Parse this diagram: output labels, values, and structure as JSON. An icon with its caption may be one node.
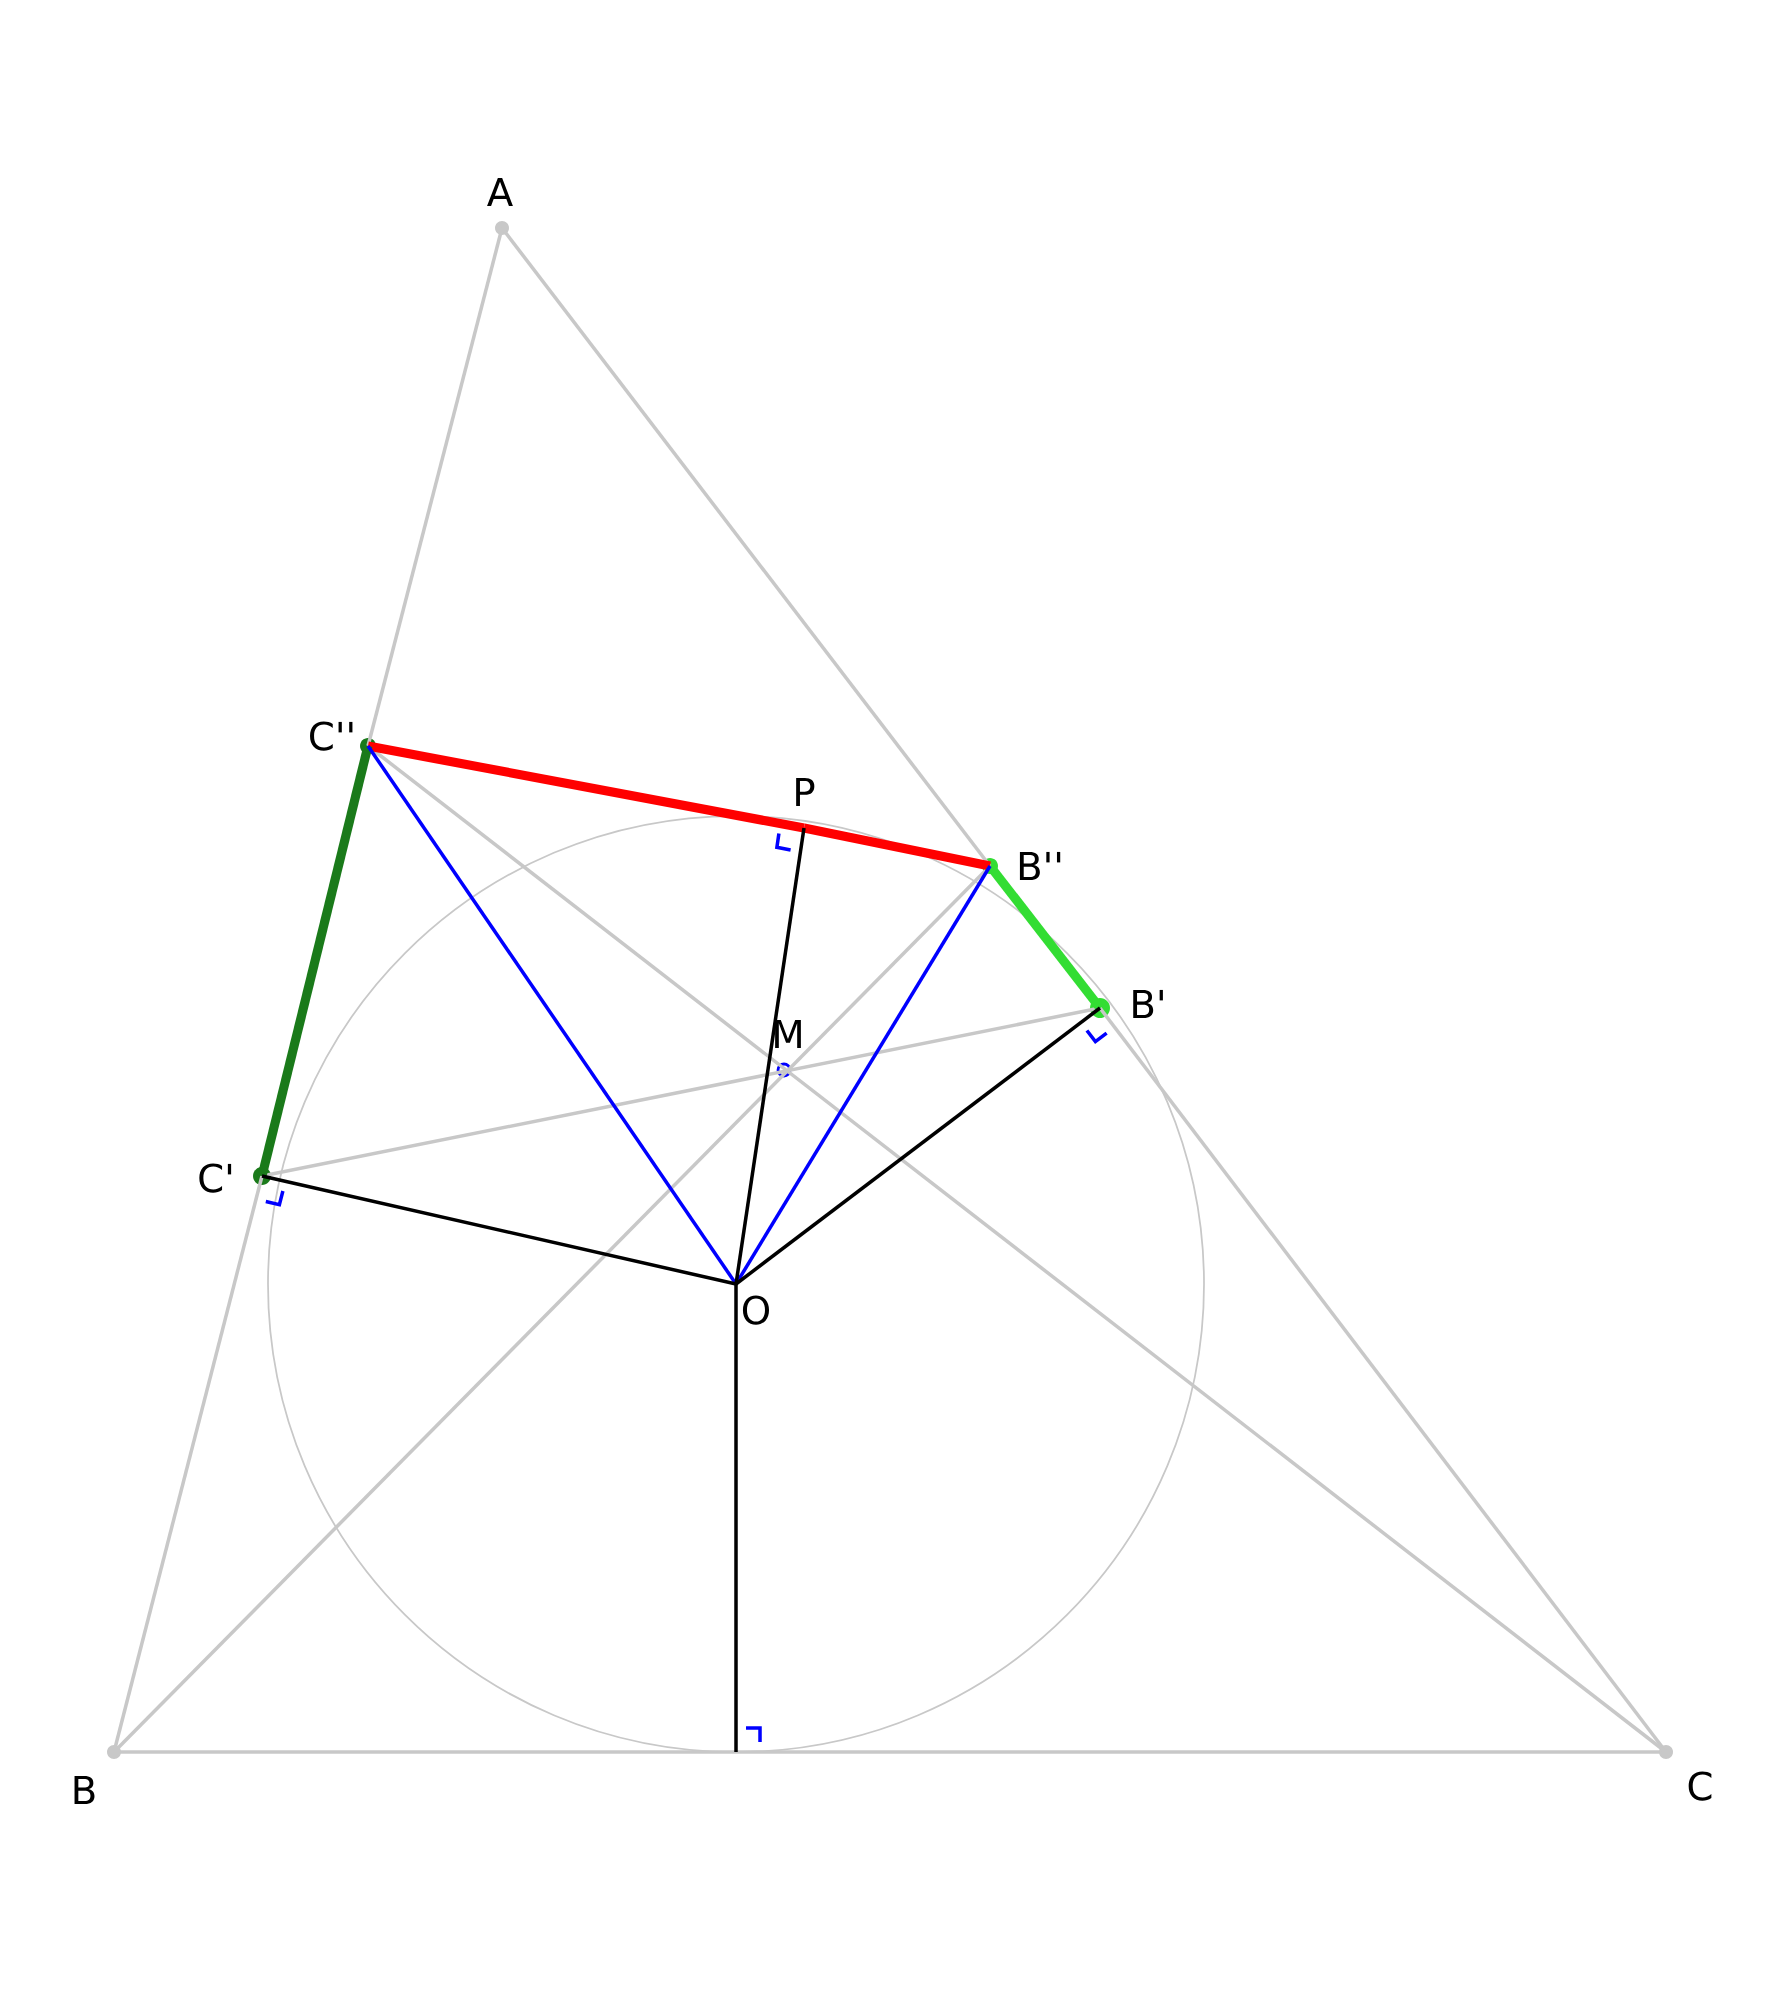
{
  "diagram": {
    "nodes": [
      {
        "text": [
          "A"
        ]
      },
      {
        "text": [
          "B"
        ]
      },
      {
        "text": [
          "C"
        ]
      },
      {
        "text": [
          "C''"
        ]
      },
      {
        "text": [
          "B''"
        ]
      },
      {
        "text": [
          "B'"
        ]
      },
      {
        "text": [
          "C'"
        ]
      },
      {
        "text": [
          "P"
        ]
      },
      {
        "text": [
          "M"
        ]
      },
      {
        "text": [
          "O"
        ]
      },
      {
        "text": [],
        "shape": "square"
      }
    ],
    "edges": [
      {
        "from": 0,
        "to": 3,
        "arrow": "none"
      },
      {
        "from": 6,
        "to": 1,
        "arrow": "none"
      },
      {
        "from": 1,
        "to": 2,
        "arrow": "none"
      },
      {
        "from": 0,
        "to": 4,
        "arrow": "none"
      },
      {
        "from": 5,
        "to": 2,
        "arrow": "none"
      },
      {
        "from": 3,
        "to": 2,
        "arrow": "none"
      },
      {
        "from": 1,
        "to": 4,
        "arrow": "none"
      },
      {
        "from": 6,
        "to": 5,
        "arrow": "none"
      },
      {
        "from": 3,
        "to": 7,
        "arrow": "none",
        "style": "thick",
        "color": "#ff0000"
      },
      {
        "from": 7,
        "to": 4,
        "arrow": "none",
        "style": "thick",
        "color": "#ff0000"
      },
      {
        "from": 3,
        "to": 6,
        "arrow": "none",
        "style": "thick",
        "color": "#1a7a1a"
      },
      {
        "from": 4,
        "to": 5,
        "arrow": "none",
        "style": "thick",
        "color": "#33dd33"
      },
      {
        "from": 9,
        "to": 3,
        "arrow": "none",
        "color": "#0000ff"
      },
      {
        "from": 9,
        "to": 4,
        "arrow": "none",
        "color": "#0000ff"
      },
      {
        "from": 9,
        "to": 7,
        "arrow": "none",
        "color": "#000000"
      },
      {
        "from": 9,
        "to": 5,
        "arrow": "none",
        "color": "#000000"
      },
      {
        "from": 9,
        "to": 6,
        "arrow": "none",
        "color": "#000000"
      },
      {
        "from": 9,
        "to": 10,
        "arrow": "none",
        "color": "#000000"
      }
    ]
  }
}
